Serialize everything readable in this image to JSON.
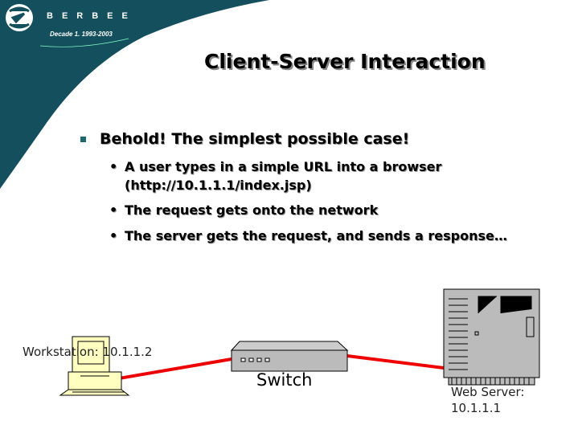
{
  "logo": {
    "brand": "BERBEE",
    "tagline": "Decade 1.  1993-2003"
  },
  "colors": {
    "teal": "#134f5c",
    "link": "#e00000"
  },
  "title": "Client-Server Interaction",
  "bullet": "Behold! The simplest possible case!",
  "subbullets": [
    "A user types in a simple URL into a browser",
    "(http://10.1.1.1/index.jsp)",
    "The request gets onto the network",
    "The server gets the request, and sends a response…"
  ],
  "diagram": {
    "workstation": "Workstation: 10.1.1.2",
    "switch": "Switch",
    "server1": "Web Server:",
    "server2": "10.1.1.1"
  }
}
